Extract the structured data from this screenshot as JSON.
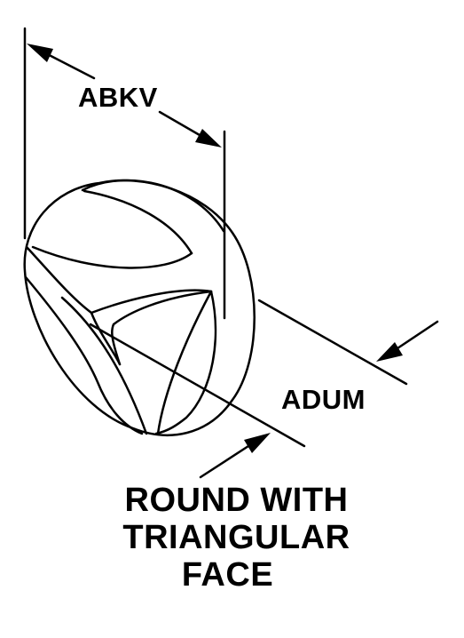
{
  "labels": {
    "dimension_1": "ABKV",
    "dimension_2": "ADUM"
  },
  "caption": {
    "line_1": "ROUND WITH",
    "line_2": "TRIANGULAR",
    "line_3": "FACE"
  },
  "colors": {
    "stroke": "#000000",
    "background": "#ffffff"
  }
}
